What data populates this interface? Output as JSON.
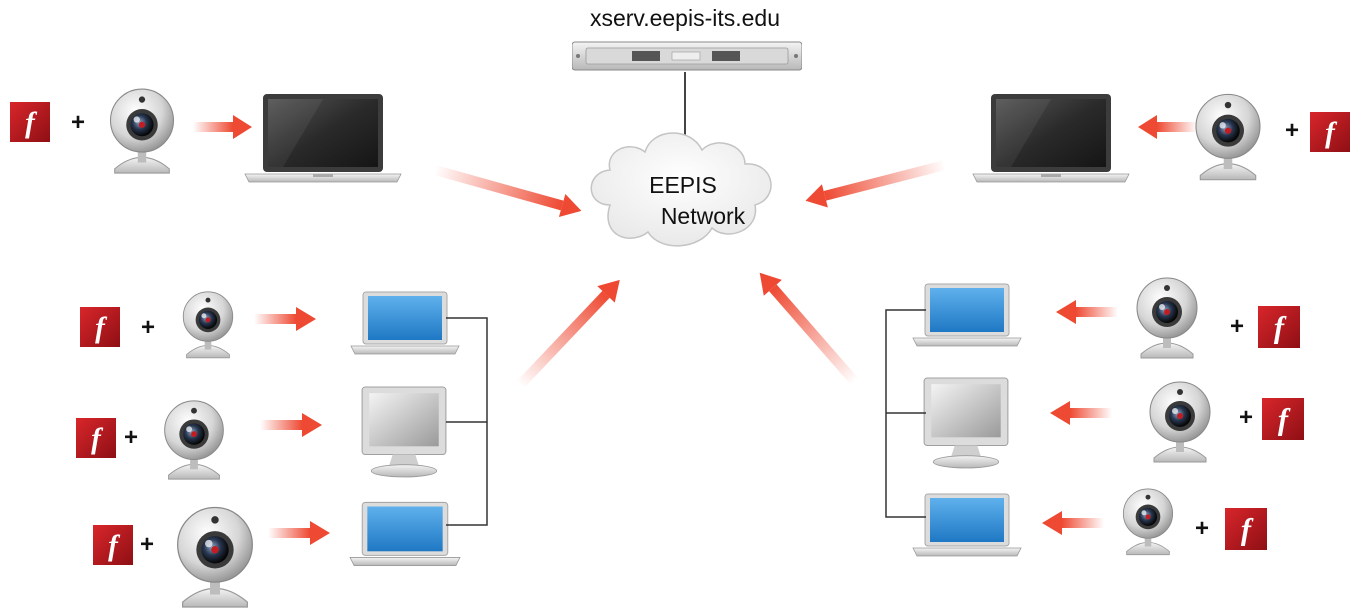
{
  "server": {
    "hostname": "xserv.eepis-its.edu"
  },
  "network": {
    "line1": "EEPIS",
    "line2": "Network"
  },
  "plus": "+",
  "flash_glyph": "f",
  "colors": {
    "flash_red": "#b3151b",
    "arrow_red": "#ee4a33",
    "screen_blue": "#2a8bd6",
    "laptop_dark": "#2e2e2e"
  },
  "icons": [
    "server-icon",
    "cloud-icon",
    "laptop-icon",
    "desktop-monitor-icon",
    "webcam-icon",
    "flash-logo-icon",
    "arrow-icon"
  ]
}
